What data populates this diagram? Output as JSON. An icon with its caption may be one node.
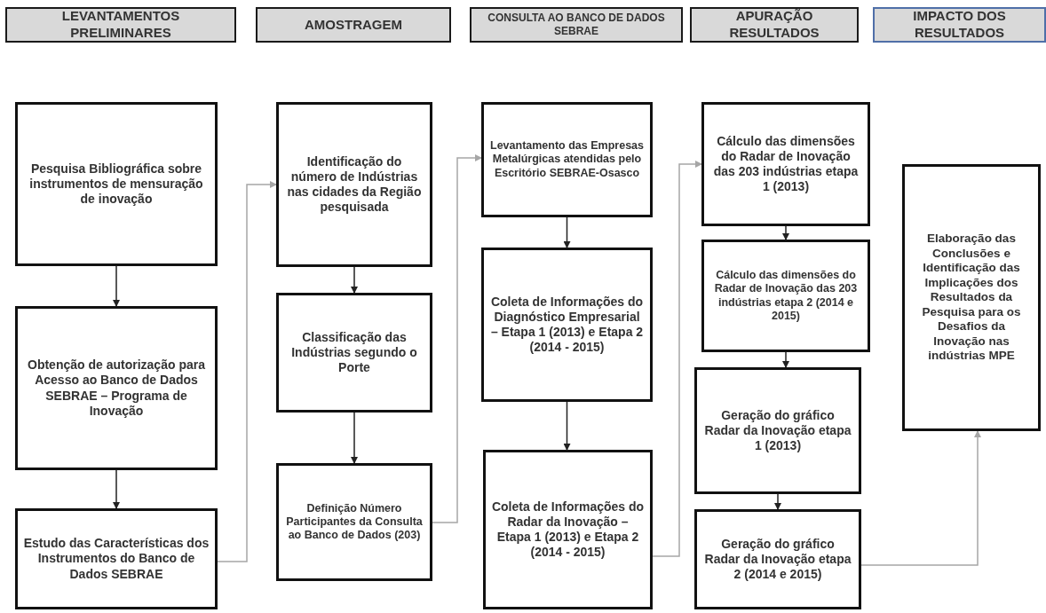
{
  "diagram": {
    "nodes": [
      {
        "text": [
          "LEVANTAMENTOS PRELIMINARES"
        ]
      },
      {
        "text": [
          "AMOSTRAGEM"
        ]
      },
      {
        "text": [
          "CONSULTA AO BANCO DE DADOS SEBRAE"
        ]
      },
      {
        "text": [
          "APURAÇÃO RESULTADOS"
        ]
      },
      {
        "text": [
          "IMPACTO DOS RESULTADOS"
        ]
      },
      {
        "text": [
          "Pesquisa Bibliográfica sobre instrumentos de mensuração de inovação"
        ]
      },
      {
        "text": [
          "Obtenção de autorização para Acesso ao Banco de Dados SEBRAE – Programa de Inovação"
        ]
      },
      {
        "text": [
          "Estudo das Características dos Instrumentos do Banco de Dados SEBRAE"
        ]
      },
      {
        "text": [
          "Identificação do número de Indústrias nas cidades da Região pesquisada"
        ]
      },
      {
        "text": [
          "Classificação das Indústrias segundo o Porte"
        ]
      },
      {
        "text": [
          "Definição Número Participantes da Consulta ao Banco de Dados (203)"
        ]
      },
      {
        "text": [
          "Levantamento das Empresas Metalúrgicas atendidas pelo Escritório SEBRAE-Osasco"
        ]
      },
      {
        "text": [
          "Coleta de Informações do Diagnóstico Empresarial – Etapa 1 (2013) e Etapa 2 (2014 - 2015)"
        ]
      },
      {
        "text": [
          "Coleta de Informações do Radar da Inovação – Etapa 1 (2013) e Etapa 2 (2014 - 2015)"
        ]
      },
      {
        "text": [
          "Cálculo das dimensões do Radar de Inovação das 203 indústrias etapa 1 (2013)"
        ]
      },
      {
        "text": [
          "Cálculo das dimensões do Radar de Inovação das 203 indústrias etapa 2 (2014 e 2015)"
        ]
      },
      {
        "text": [
          "Geração do gráfico Radar da Inovação etapa 1 (2013)"
        ]
      },
      {
        "text": [
          "Geração do gráfico Radar da Inovação etapa 2 (2014 e 2015)"
        ]
      },
      {
        "text": [
          "Elaboração das Conclusões e Identificação das Implicações dos Resultados da Pesquisa para os Desafios da Inovação nas indústrias MPE"
        ]
      }
    ],
    "edges": [
      {
        "from": 5,
        "to": 6,
        "arrow": "to"
      },
      {
        "from": 6,
        "to": 7,
        "arrow": "to"
      },
      {
        "from": 7,
        "to": 8,
        "arrow": "to",
        "color": "#a6a6a6"
      },
      {
        "from": 8,
        "to": 9,
        "arrow": "to"
      },
      {
        "from": 9,
        "to": 10,
        "arrow": "to"
      },
      {
        "from": 10,
        "to": 11,
        "arrow": "to",
        "color": "#a6a6a6"
      },
      {
        "from": 11,
        "to": 12,
        "arrow": "to"
      },
      {
        "from": 12,
        "to": 13,
        "arrow": "to"
      },
      {
        "from": 13,
        "to": 14,
        "arrow": "to",
        "color": "#a6a6a6"
      },
      {
        "from": 14,
        "to": 15,
        "arrow": "to"
      },
      {
        "from": 15,
        "to": 16,
        "arrow": "to"
      },
      {
        "from": 16,
        "to": 17,
        "arrow": "to"
      },
      {
        "from": 17,
        "to": 18,
        "arrow": "to",
        "color": "#a6a6a6"
      }
    ]
  }
}
